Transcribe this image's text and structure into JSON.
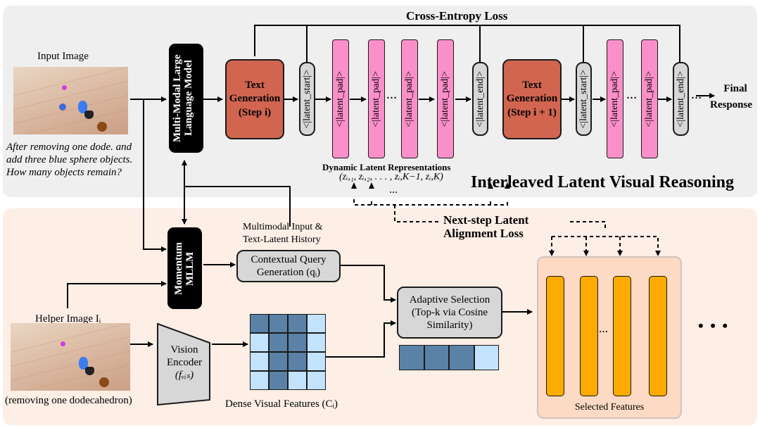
{
  "top_panel": {
    "title": "Interleaved Latent Visual Reasoning",
    "loss_label": "Cross-Entropy Loss",
    "input_image_label": "Input Image",
    "question_lines": [
      "After removing one dode. and",
      "add three blue sphere objects.",
      "How many objects remain?"
    ],
    "mllm_label": "Multi-Modal Large Language Model",
    "text_gen_1": [
      "Text",
      "Generation",
      "(Step i)"
    ],
    "text_gen_2": [
      "Text",
      "Generation",
      "(Step i + 1)"
    ],
    "latent_start": "<|latent_start|>",
    "latent_pad": "<|latent_pad|>",
    "latent_end": "<|latent_end|>",
    "ellipsis": "…",
    "final_response": [
      "Final",
      "Response"
    ],
    "dynamic_latent_title": "Dynamic Latent Representations",
    "dynamic_latent_formula": "(zᵢ,₁, zᵢ,₂, . . . , zᵢ,K−1, zᵢ,K)"
  },
  "bottom_panel": {
    "alignment_loss": [
      "Next-step Latent",
      "Alignment Loss"
    ],
    "momentum_label": [
      "Momentum",
      "MLLM"
    ],
    "multimodal_history": [
      "Multimodal Input &",
      "Text-Latent History"
    ],
    "contextual_query": [
      "Contextual Query",
      "Generation (qᵢ)"
    ],
    "helper_image_label": "Helper Image  Iᵢ",
    "helper_caption": "(removing one dodecahedron)",
    "vision_encoder": [
      "Vision",
      "Encoder",
      "(fᵥᵢₛ)"
    ],
    "dense_features_label": "Dense Visual Features (Cᵢ)",
    "adaptive_selection": [
      "Adaptive Selection",
      "(Top-k via Cosine",
      "Similarity)"
    ],
    "selected_features_label": "Selected Features",
    "more_dots": "• • •",
    "dense_grid": [
      [
        1,
        1,
        1,
        0
      ],
      [
        0,
        1,
        1,
        0
      ],
      [
        0,
        1,
        1,
        0
      ],
      [
        0,
        1,
        0,
        0
      ]
    ],
    "selected_strip": [
      1,
      1,
      1,
      0
    ],
    "colors": {
      "dark_cell": "#5b82a6",
      "light_cell": "#c3e3fd",
      "orange": "#fdab00",
      "pink": "#fb8fca",
      "red": "#d16550"
    }
  }
}
